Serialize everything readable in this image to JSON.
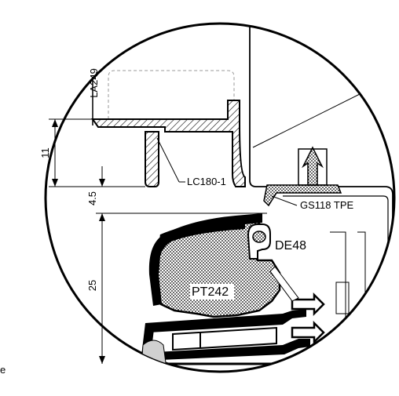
{
  "labels": {
    "la249": "LA249",
    "lc180": "LC180-1",
    "gs118": "GS118 TPE",
    "de48": "DE48",
    "pt242": "PT242",
    "corner": "e"
  },
  "dimensions": {
    "d11": "11",
    "d45": "4.5",
    "d25": "25"
  },
  "colors": {
    "line": "#000000",
    "hatch_fill": "#bdbdbd",
    "gray": "#d0d0d0"
  }
}
